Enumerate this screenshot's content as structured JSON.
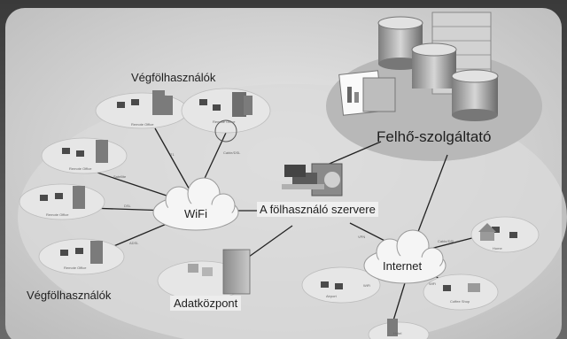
{
  "labels": {
    "end_users_top": "Végfölhasználók",
    "end_users_bottom": "Végfölhasználók",
    "cloud_provider": "Felhő-szolgáltató",
    "user_server": "A fölhasználó szervere",
    "wifi": "WiFi",
    "internet": "Internet",
    "datacenter": "Adatközpont"
  },
  "site_labels": {
    "remote_office": "Remote Office",
    "home": "Home",
    "airport": "Airport",
    "coffee_shop": "Coffee Shop",
    "hotel": "Hotel"
  },
  "link_labels": {
    "t1": "T1",
    "satellite": "Satellite",
    "dsl": "DSL",
    "adsl": "ADSL",
    "cable_dsl": "Cable/DSL",
    "wifi": "WiFi",
    "vpn": "VPN"
  },
  "colors": {
    "background": "#cfcfcf",
    "bubble": "#e4e4e4",
    "cloud": "#f5f5f5",
    "provider_oval": "#b8b8b8",
    "server_metal": "#9a9a9a",
    "line": "#222222"
  }
}
